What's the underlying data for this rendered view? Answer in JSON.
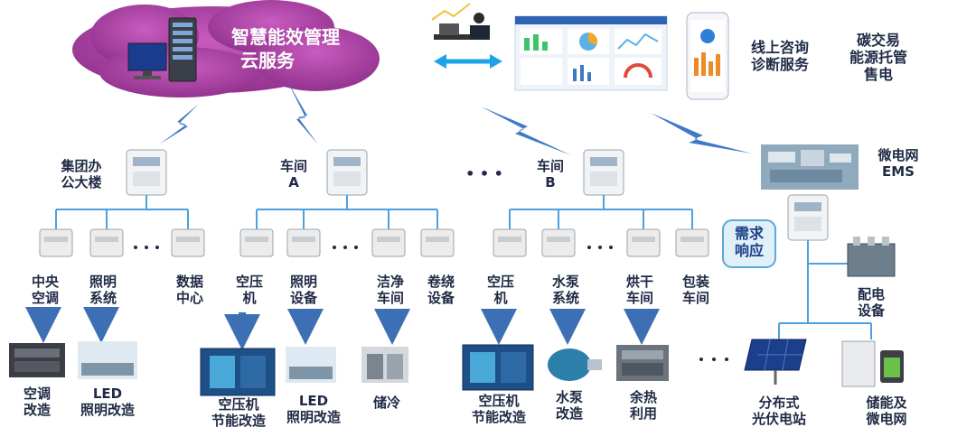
{
  "cloud": {
    "title_line1": "智慧能效管理",
    "title_line2": "云服务"
  },
  "services": {
    "online": "线上咨询\n诊断服务",
    "carbon": "碳交易\n能源托管\n售电"
  },
  "groups": {
    "office": "集团办\n公大楼",
    "workshop_a": "车间\nA",
    "ellipsis": "• • •",
    "workshop_b": "车间\nB",
    "ems": "微电网\nEMS",
    "demand": "需求\n响应"
  },
  "meters": {
    "office": [
      "中央\n空调",
      "照明\n系统",
      "数据\n中心"
    ],
    "workshop_a": [
      "空压\n机",
      "照明\n设备",
      "洁净\n车间",
      "卷绕\n设备"
    ],
    "workshop_b": [
      "空压\n机",
      "水泵\n系统",
      "烘干\n车间",
      "包装\n车间"
    ],
    "dist": "配电\n设备"
  },
  "outcomes": {
    "ac": "空调\n改造",
    "led1": "LED\n照明改造",
    "comp1": "空压机\n节能改造",
    "led2": "LED\n照明改造",
    "cold": "储冷",
    "comp2": "空压机\n节能改造",
    "pump": "水泵\n改造",
    "heat": "余热\n利用",
    "pv": "分布式\n光伏电站",
    "storage": "储能及\n微电网"
  },
  "colors": {
    "cloud": "#a13c9a",
    "bolt": "#3d79c4",
    "wire": "#4da0de",
    "arrow": "#3d6fb5",
    "text": "#1f2a44"
  }
}
